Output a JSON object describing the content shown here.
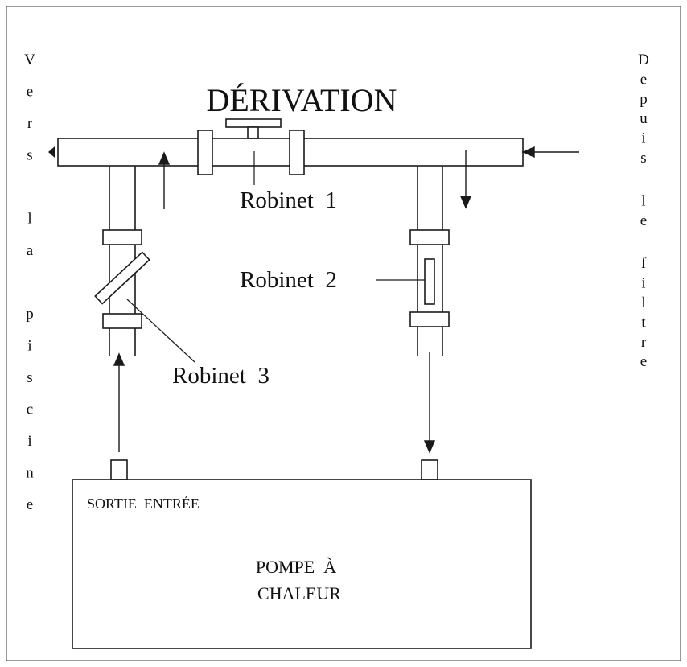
{
  "title": "DÉRIVATION",
  "left_label": "Vers la piscine",
  "right_label": "Depuis le filtre",
  "valves": {
    "robinet1": "Robinet  1",
    "robinet2": "Robinet  2",
    "robinet3": "Robinet  3"
  },
  "pump": {
    "ports_label": "SORTIE  ENTRÉE",
    "name_line1": "POMPE  À",
    "name_line2": "CHALEUR"
  },
  "colors": {
    "stroke": "#1a1a1a",
    "background": "#ffffff"
  }
}
